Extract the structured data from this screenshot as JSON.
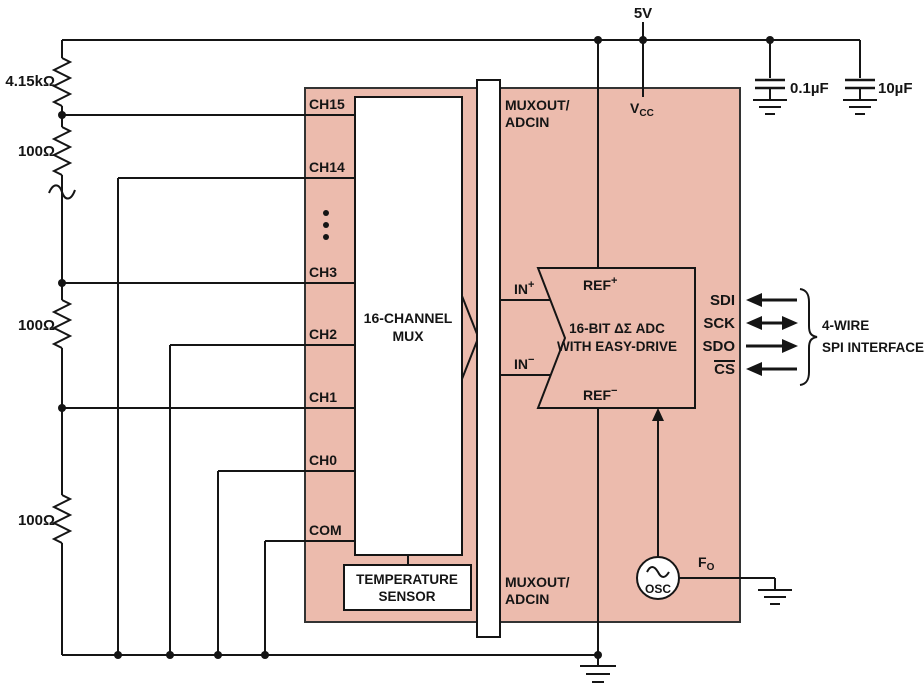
{
  "colors": {
    "block_fill": "#ecbbad",
    "block_stroke": "#333333",
    "wire": "#151515"
  },
  "supply": {
    "label_5v": "5V",
    "vcc_base": "V",
    "vcc_sub": "CC"
  },
  "capacitors": {
    "cap1_label": "0.1µF",
    "cap2_label": "10µF"
  },
  "resistors": {
    "r_top": "4.15kΩ",
    "r1": "100Ω",
    "r2": "100Ω",
    "r3": "100Ω"
  },
  "channels": [
    "CH15",
    "CH14",
    "CH3",
    "CH2",
    "CH1",
    "CH0",
    "COM"
  ],
  "mux": {
    "title_line1": "16-CHANNEL",
    "title_line2": "MUX"
  },
  "temp_sensor": {
    "line1": "TEMPERATURE",
    "line2": "SENSOR"
  },
  "pin_strip": {
    "top_line1": "MUXOUT/",
    "top_line2": "ADCIN",
    "bottom_line1": "MUXOUT/",
    "bottom_line2": "ADCIN"
  },
  "adc": {
    "in_plus_base": "IN",
    "in_plus_sup": "+",
    "in_minus_base": "IN",
    "in_minus_sup": "−",
    "ref_plus_base": "REF",
    "ref_plus_sup": "+",
    "ref_minus_base": "REF",
    "ref_minus_sup": "−",
    "title_line1": "16-BIT ΔΣ ADC",
    "title_line2": "WITH EASY-DRIVE"
  },
  "osc": {
    "label": "OSC",
    "pin_base": "F",
    "pin_sub": "O"
  },
  "spi": {
    "pin1": "SDI",
    "pin2": "SCK",
    "pin3": "SDO",
    "pin4": "CS",
    "label_line1": "4-WIRE",
    "label_line2": "SPI INTERFACE"
  }
}
